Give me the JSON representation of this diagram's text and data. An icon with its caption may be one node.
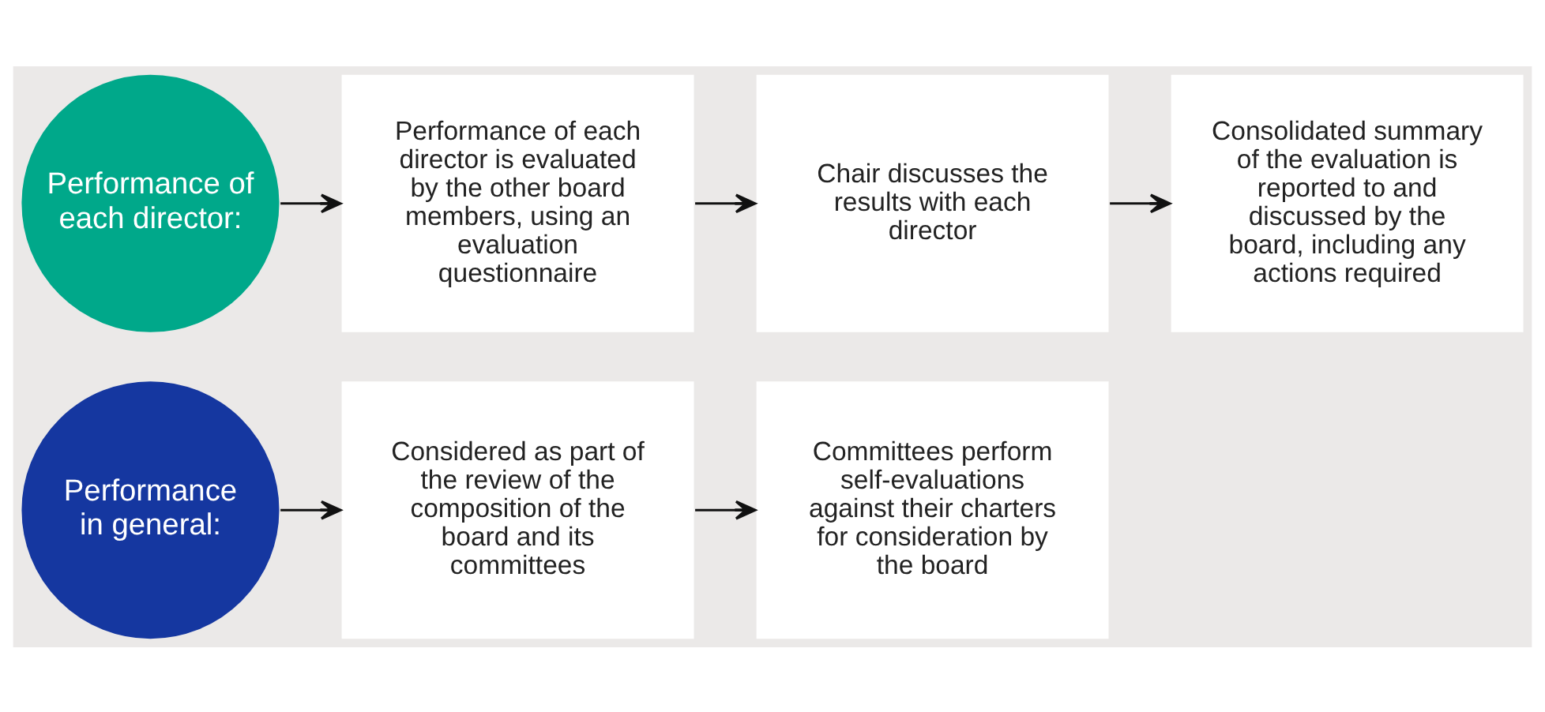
{
  "diagram": {
    "nodes": [
      {
        "text": [
          "Performance in general:"
        ]
      },
      {
        "text": [
          "Considered as part of the review of the composition of the board and its committees"
        ]
      },
      {
        "text": [
          "Committees perform self-evaluations against their charters for consideration by the board"
        ]
      },
      {
        "text": [
          "Performance of each director:"
        ]
      },
      {
        "text": [
          "Performance of each director is evaluated by the other board members, using an evaluation questionnaire"
        ]
      },
      {
        "text": [
          "Chair discusses the results with each director"
        ]
      },
      {
        "text": [
          "Consolidated summary of the evaluation is reported to and discussed by the board, including any actions required"
        ]
      }
    ],
    "edges": [
      {
        "from": 0,
        "to": 1,
        "arrow": "to"
      },
      {
        "from": 1,
        "to": 2,
        "arrow": "to"
      },
      {
        "from": 3,
        "to": 4,
        "arrow": "to"
      },
      {
        "from": 4,
        "to": 5,
        "arrow": "to"
      },
      {
        "from": 5,
        "to": 6,
        "arrow": "to"
      }
    ]
  }
}
